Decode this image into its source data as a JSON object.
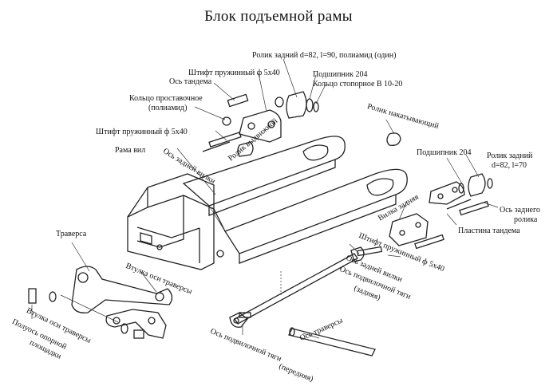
{
  "title": "Блок подъемной рамы",
  "labels": {
    "rear_roller_top": "Ролик задний d=82, l=90, полиамид (один)",
    "spring_pin_top": "Штифт пружинный ф 5х40",
    "bearing_204_top": "Подшипник 204",
    "tandem_axle": "Ось тандема",
    "retaining_ring": "Кольцо стопорное В 10-20",
    "spacer_ring_1": "Кольцо проставочное",
    "spacer_ring_2": "(полиамид)",
    "spring_pin_mid": "Штифт пружинный ф 5х40",
    "fork_frame": "Рама вил",
    "rear_fork_axle": "Ось задней вилки",
    "exit_roller": "Ролик выдвижной",
    "entry_roller": "Ролик накатывающий",
    "bearing_204_right": "Подшипник 204",
    "rear_roller_right_1": "Ролик задний",
    "rear_roller_right_2": "d=82, l=70",
    "rear_fork": "Вилка задняя",
    "rear_roller_axle_1": "Ось заднего",
    "rear_roller_axle_2": "ролика",
    "tandem_plate": "Пластина тандема",
    "spring_pin_right": "Штифт пружинный ф 5х40",
    "rear_fork_axle_right": "Ось задней вилки",
    "push_rod_axle_rear_1": "Ось подвилочной тяги",
    "push_rod_axle_rear_2": "(задняя)",
    "traverse": "Траверса",
    "traverse_bushing_1": "Втулка оси траверсы",
    "traverse_bushing_2": "Втулка оси траверсы",
    "platform_half_axle_1": "Полуось опорной",
    "platform_half_axle_2": "площадки",
    "traverse_axle": "Ось траверсы",
    "push_rod_axle_front_1": "Ось подвилочной тяги",
    "push_rod_axle_front_2": "(передняя)"
  }
}
